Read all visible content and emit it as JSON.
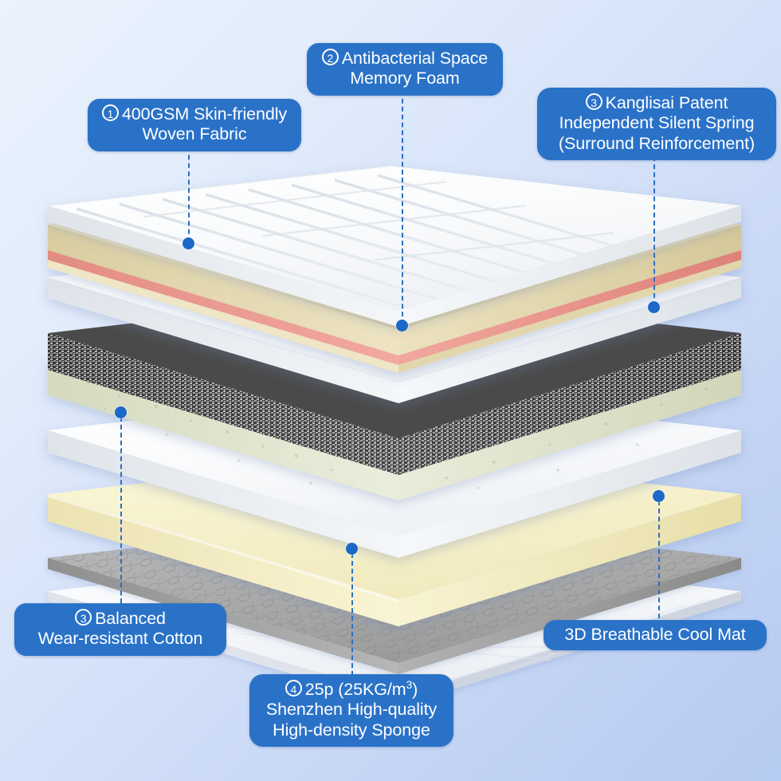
{
  "page": {
    "kind": "product-layer-diagram",
    "subject": "Mattress construction exploded view",
    "background_from": "#eaf2fc",
    "background_to": "#b6cbf1",
    "accent": "#2a72c8",
    "leader_color": "#2a6fc4",
    "dot_color": "#1b68c8"
  },
  "callouts": [
    {
      "id": "woven-fabric",
      "number": "1",
      "lines": [
        "400GSM Skin-friendly",
        "Woven Fabric"
      ],
      "line1": "400GSM Skin-friendly",
      "line2": "Woven Fabric"
    },
    {
      "id": "memory-foam",
      "number": "2",
      "lines": [
        "Antibacterial Space",
        "Memory Foam"
      ],
      "line1": "Antibacterial Space",
      "line2": "Memory Foam"
    },
    {
      "id": "silent-spring",
      "number": "3",
      "lines": [
        "Kanglisai Patent",
        "Independent Silent Spring",
        "(Surround Reinforcement)"
      ],
      "line1": "Kanglisai Patent",
      "line2": "Independent Silent Spring",
      "line3": "(Surround Reinforcement)"
    },
    {
      "id": "wear-resistant-cotton",
      "number": "3",
      "lines": [
        "Balanced",
        "Wear-resistant Cotton"
      ],
      "line1": "Balanced",
      "line2": "Wear-resistant Cotton"
    },
    {
      "id": "high-density-sponge",
      "number": "4",
      "lines": [
        "25p (25KG/m3)",
        "Shenzhen High-quality",
        "High-density Sponge"
      ],
      "line1_prefix": "25p (25KG/m",
      "line1_sup": "3",
      "line1_suffix": ")",
      "line2": "Shenzhen High-quality",
      "line3": "High-density Sponge"
    },
    {
      "id": "cool-mat",
      "number": "",
      "lines": [
        "3D Breathable Cool Mat"
      ],
      "line1": "3D Breathable Cool Mat"
    }
  ],
  "layers": [
    {
      "id": "quilted-top-fabric",
      "name": "400GSM skin-friendly quilted woven fabric",
      "color": "#fdfdfd"
    },
    {
      "id": "memory-foam-slab",
      "name": "Antibacterial space memory foam",
      "color": "#e7dcb6",
      "edge_stripe": "#ea958b"
    },
    {
      "id": "white-felt-upper",
      "name": "White felt separator",
      "color": "#fafafa"
    },
    {
      "id": "spring-mesh",
      "name": "Independent silent spring / mesh",
      "color": "#3a3a3a"
    },
    {
      "id": "green-foam",
      "name": "Pale green support foam",
      "color": "#e6e9d4"
    },
    {
      "id": "cotton-wear-layer",
      "name": "Balanced wear-resistant cotton",
      "color": "#fbfbfb"
    },
    {
      "id": "sponge-slab",
      "name": "25p high-density sponge",
      "color": "#f6f0c8"
    },
    {
      "id": "cool-mat",
      "name": "3D breathable cool mat",
      "color": "#a8a8a8"
    },
    {
      "id": "bottom-fabric",
      "name": "Bottom non-woven fabric",
      "color": "#fcfcfc"
    }
  ]
}
